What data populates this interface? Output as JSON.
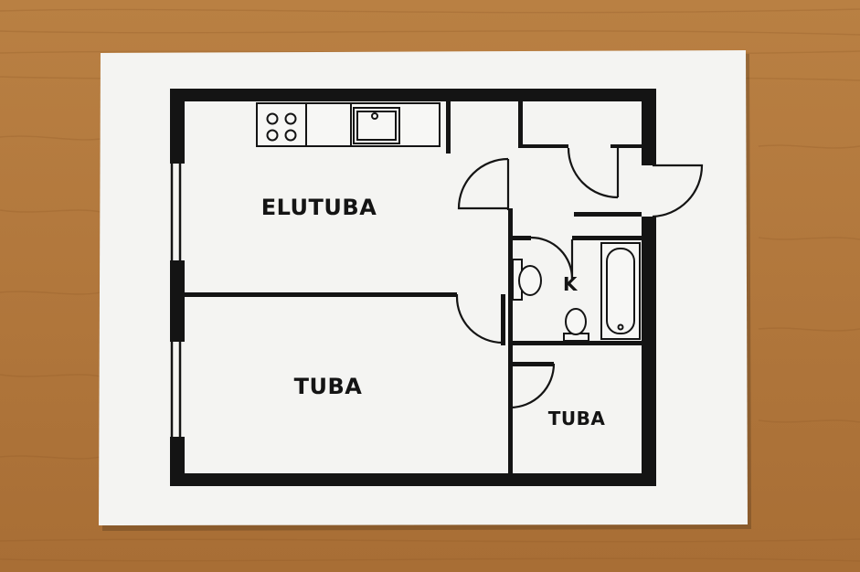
{
  "plan": {
    "rooms": [
      {
        "id": "living-room",
        "label": "ELUTUBA"
      },
      {
        "id": "room-large",
        "label": "TUBA"
      },
      {
        "id": "bathroom",
        "label": "K"
      },
      {
        "id": "room-small",
        "label": "TUBA"
      }
    ]
  },
  "colors": {
    "table_wood": "#b5793f",
    "paper": "#f4f4f2",
    "wall": "#141414"
  }
}
